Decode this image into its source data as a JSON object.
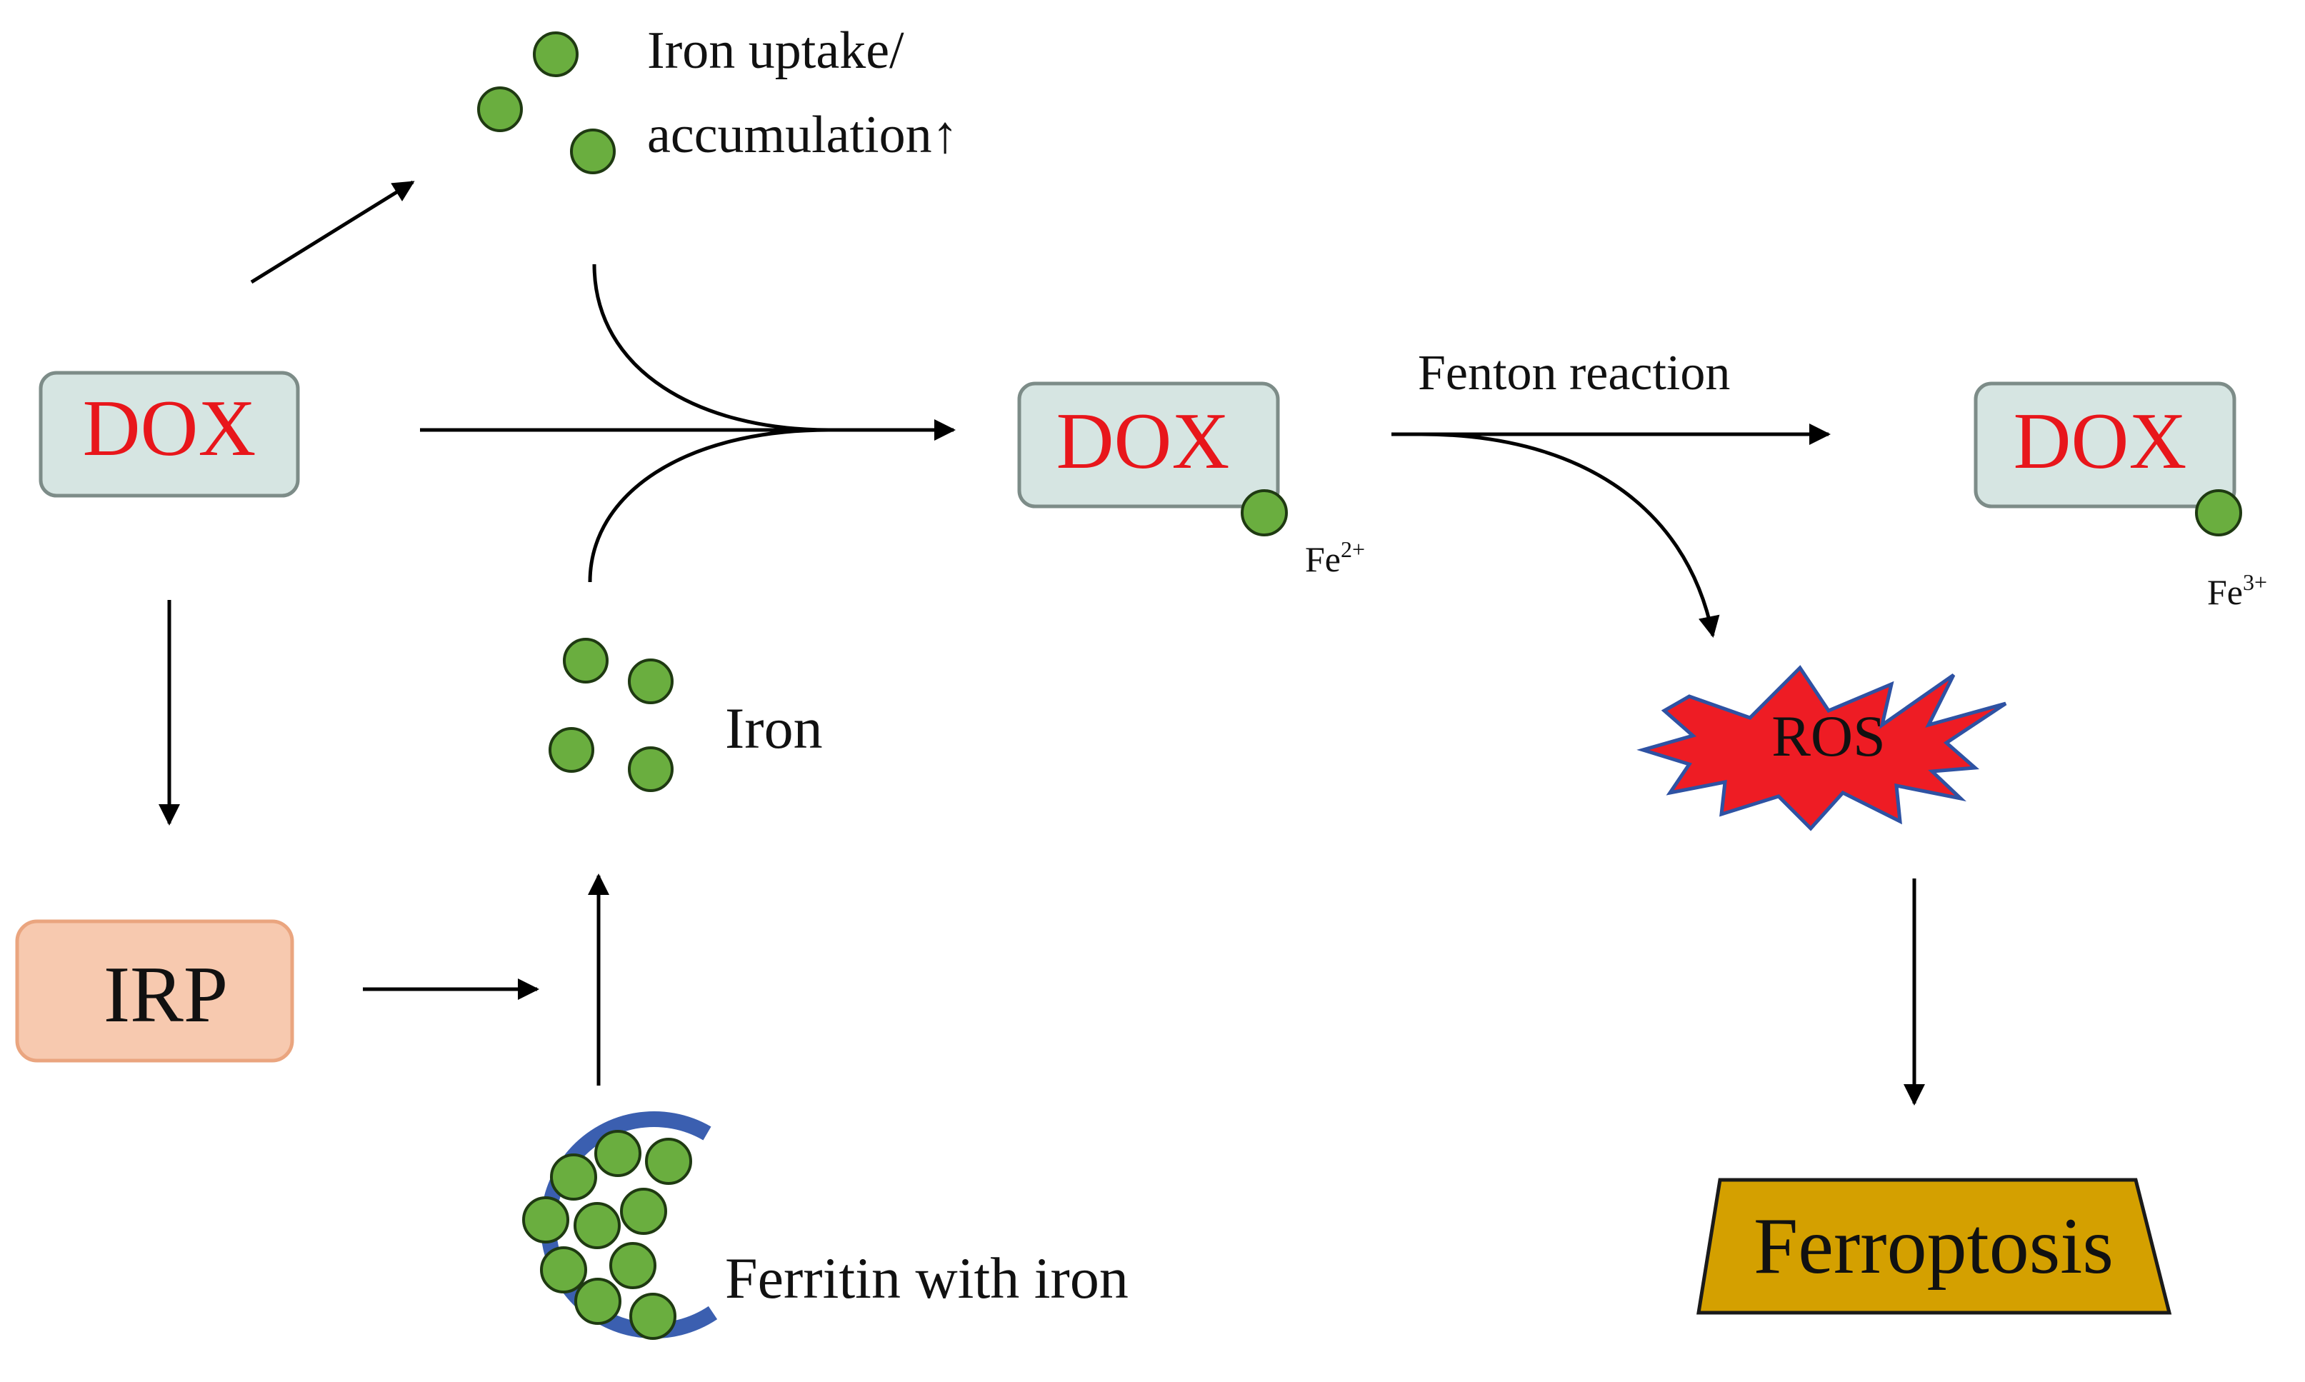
{
  "nodes": {
    "dox_start": "DOX",
    "dox_fe2": "DOX",
    "dox_fe3": "DOX",
    "irp": "IRP",
    "ros": "ROS",
    "ferroptosis": "Ferroptosis"
  },
  "labels": {
    "iron_uptake_line1": "Iron uptake/",
    "iron_uptake_line2": "accumulation↑",
    "iron": "Iron",
    "ferritin": "Ferritin with iron",
    "fenton": "Fenton reaction",
    "fe2_base": "Fe",
    "fe2_sup": "2+",
    "fe3_base": "Fe",
    "fe3_sup": "3+"
  },
  "colors": {
    "dox_box_fill": "#d6e5e2",
    "dox_box_stroke": "#7d8c88",
    "dox_text": "#e8161b",
    "irp_fill": "#f7c9af",
    "irp_stroke": "#eaa57f",
    "iron_dot_fill": "#6aae3f",
    "iron_dot_stroke": "#1f3a12",
    "ferritin_shell": "#3b5fb0",
    "ros_fill": "#ee1c24",
    "ros_stroke": "#2e52a3",
    "ferroptosis_fill": "#d4a000"
  }
}
